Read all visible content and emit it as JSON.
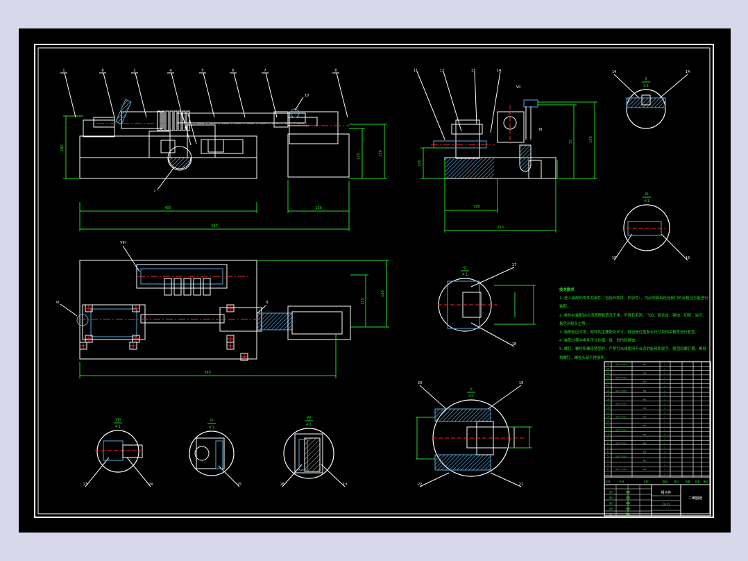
{
  "colors": {
    "background": "#d8d8ea",
    "sheet": "#000000",
    "outline": "#ffffff",
    "dimension": "#22dd22",
    "section": "#55aadd",
    "center": "#ff2222",
    "leader": "#ffffff"
  },
  "icons": [
    "hatch-pattern",
    "centerline",
    "leader-arrow"
  ],
  "drawing": {
    "callouts_top": [
      "1",
      "8",
      "2",
      "4",
      "5",
      "6",
      "7",
      "8",
      "9",
      "10",
      "11",
      "12",
      "13",
      "14",
      "14"
    ],
    "detail_labels": {
      "d_top_right": "II",
      "d_top_right_scale": "2:1",
      "d_mid_right": "III",
      "d_mid_right_scale": "4:1",
      "d_center": "VI",
      "d_center_scale": "4:1",
      "d_lower_center": "V",
      "d_lower_center_scale": "4:1",
      "d_b1": "VIII",
      "d_b1_scale": "4:1",
      "d_b2": "IV",
      "d_b2_scale": "4:1",
      "d_b3": "VII",
      "d_b3_scale": "4:1"
    },
    "view_labels": [
      "I",
      "VII",
      "VIII",
      "VI",
      "III"
    ],
    "dims": {
      "front_overall": "597",
      "front_base": "400",
      "front_motor": "150",
      "front_height": "180",
      "front_center_h": "110",
      "front_right_h": "150",
      "side_overall": "250",
      "side_inner": "180",
      "side_height_a": "100",
      "side_height_b": "130",
      "side_height_c": "75",
      "top_overall": "380",
      "top_width": "160",
      "top_inner": "115"
    },
    "detail_numbers": [
      "15",
      "16",
      "17",
      "18",
      "19",
      "20",
      "21",
      "22",
      "23",
      "24",
      "25",
      "26"
    ]
  },
  "notes": {
    "title": "技术要求",
    "items": [
      "1. 进入装配的零件及部件（包括外购件、外协件），均必须具有检验部门的合格证方能进行装配。",
      "2. 零件在装配前必须清理和清洗干净，不得有毛刺、飞边、氧化皮、锈蚀、切屑、油污、着色剂和灰尘等。",
      "3. 装配前应对零、部件的主要配合尺寸，特别是过盈配合尺寸及相关精度进行复查。",
      "4. 装配过程中零件不允许磕、碰、划伤和锈蚀。",
      "5. 螺钉、螺栓和螺母紧固时，严禁打击或使用不合适的旋具和扳手，紧固后螺钉槽、螺母和螺钉、螺栓头部不得损坏。"
    ]
  },
  "title_block": {
    "name": "组合件",
    "drawing_no": "二维图纸",
    "material": "Q235",
    "header_cols": [
      "序号",
      "代号",
      "名称",
      "数量",
      "材料",
      "单重",
      "总重",
      "备注"
    ]
  }
}
